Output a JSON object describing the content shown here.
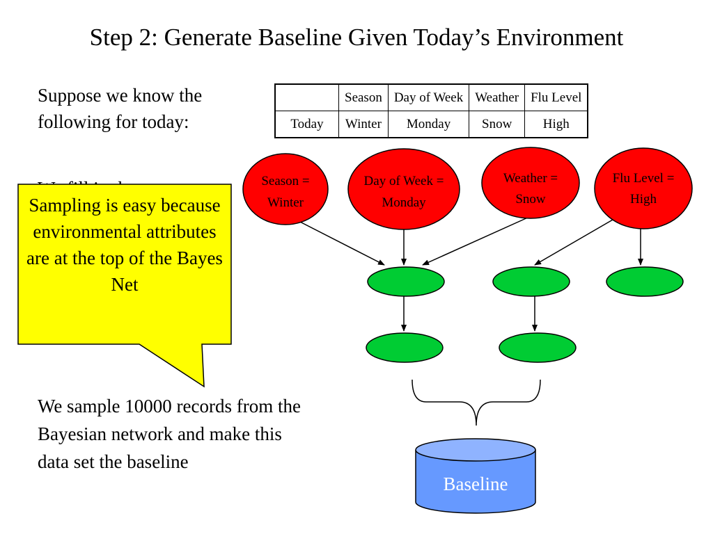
{
  "slide": {
    "title": "Step 2: Generate Baseline Given Today’s Environment",
    "intro": "Suppose we know the following for today:",
    "hidden_fragment": "We fill in these",
    "callout": "Sampling is easy because environmental attributes are at the top of the Bayes Net",
    "outro": "We sample 10000 records from the Bayesian network and make this data set the baseline"
  },
  "table": {
    "headers": [
      "",
      "Season",
      "Day of Week",
      "Weather",
      "Flu Level"
    ],
    "row": [
      "Today",
      "Winter",
      "Monday",
      "Snow",
      "High"
    ]
  },
  "diagram": {
    "nodes": [
      {
        "line1": "Season =",
        "line2": "Winter"
      },
      {
        "line1": "Day of Week =",
        "line2": "Monday"
      },
      {
        "line1": "Weather =",
        "line2": "Snow"
      },
      {
        "line1": "Flu Level =",
        "line2": "High"
      }
    ],
    "baseline_label": "Baseline"
  },
  "colors": {
    "evidence_node": "#ff0000",
    "hidden_node": "#00cc33",
    "callout": "#ffff00",
    "baseline": "#6699ff"
  }
}
